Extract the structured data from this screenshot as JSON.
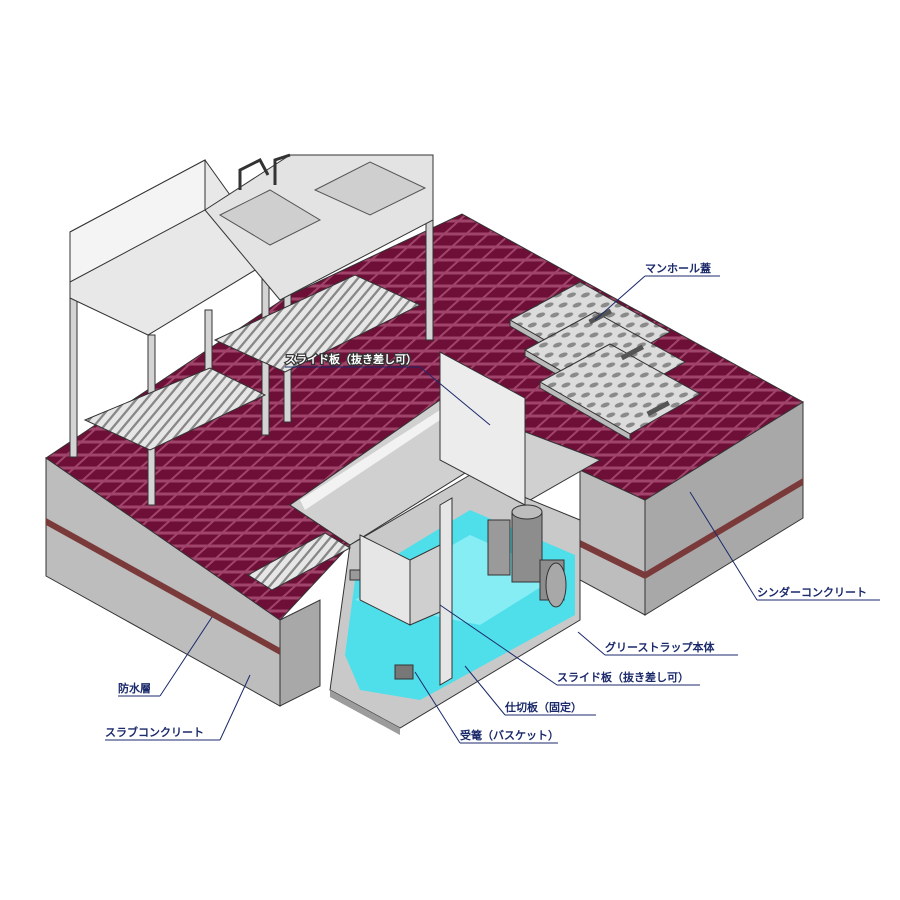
{
  "labels": {
    "manhole_cover": "マンホール蓋",
    "slide_plate_top": "スライド板（抜き差し可）",
    "cinder_concrete": "シンダーコンクリート",
    "grease_trap_body": "グリーストラップ本体",
    "slide_plate": "スライド板（抜き差し可）",
    "partition_plate": "仕切板（固定）",
    "basket": "受篭（バスケット）",
    "waterproof_layer": "防水層",
    "slab_concrete": "スラブコンクリート"
  },
  "colors": {
    "tile": "#6e0f38",
    "tile_grout": "#a0446b",
    "concrete": "#bdbdbd",
    "concrete_dark": "#9c9c9c",
    "waterproof": "#7a3a3a",
    "water": "#39e3f0",
    "steel": "#d8d8d8",
    "label": "#1b2a6b"
  }
}
